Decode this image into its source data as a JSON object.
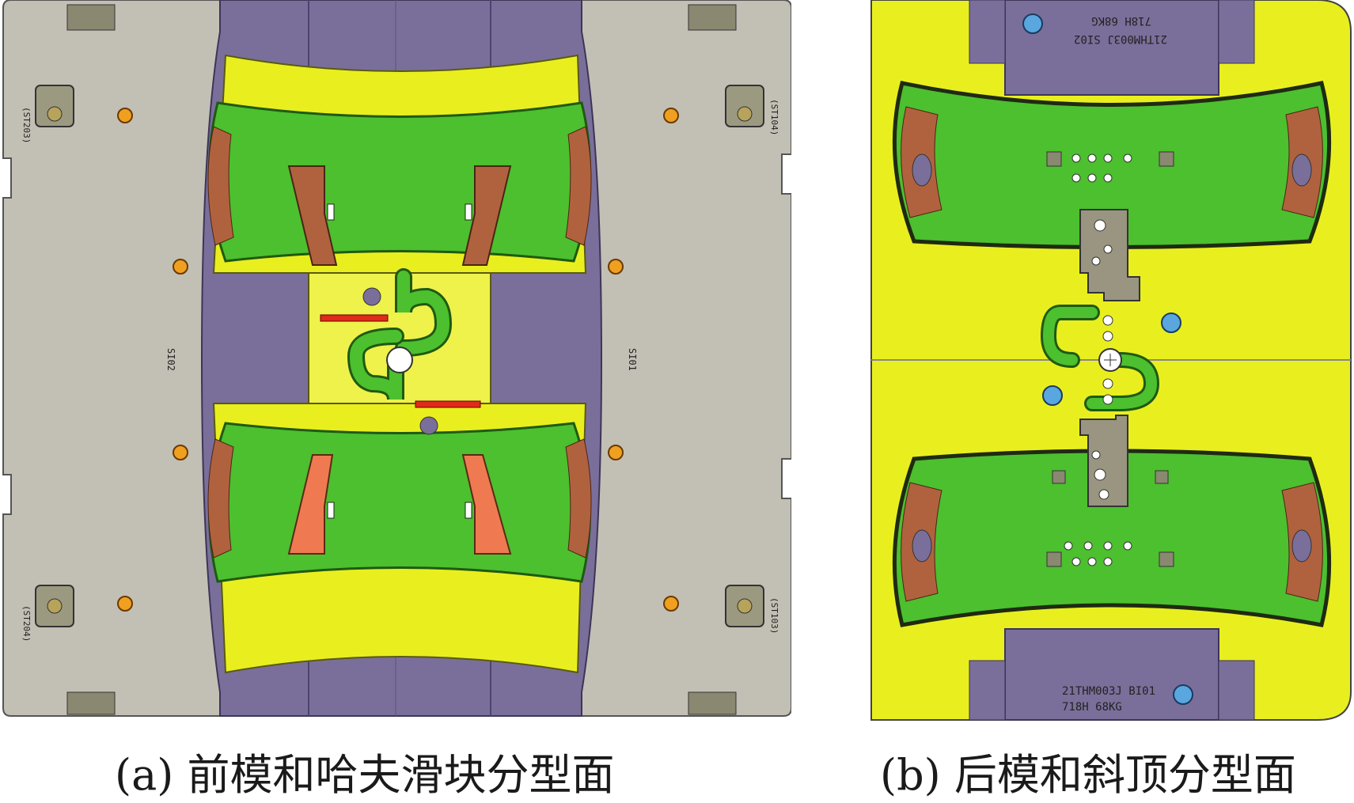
{
  "figure": {
    "panel_a": {
      "caption": "(a) 前模和哈夫滑块分型面",
      "labels": {
        "s1203": "(ST203)",
        "s1204": "(ST204)",
        "s1104": "(ST104)",
        "s1103": "(ST103)",
        "si02": "SI02",
        "si01": "SI01"
      }
    },
    "panel_b": {
      "caption": "(b) 后模和斜顶分型面",
      "labels": {
        "code_top_1": "21THM003J SI02",
        "code_top_2": "718H 68KG",
        "code_bottom_1": "21THM003J BI01",
        "code_bottom_2": "718H 68KG"
      }
    }
  },
  "colors": {
    "grey_plate": "#c2bfb5",
    "purple": "#7a6f9a",
    "yellow": "#e9ef1f",
    "green": "#4cc02e",
    "brown": "#b0623e",
    "orange_pin": "#f0a020",
    "blue_pin": "#5aa7e0",
    "red": "#e02a1a"
  }
}
